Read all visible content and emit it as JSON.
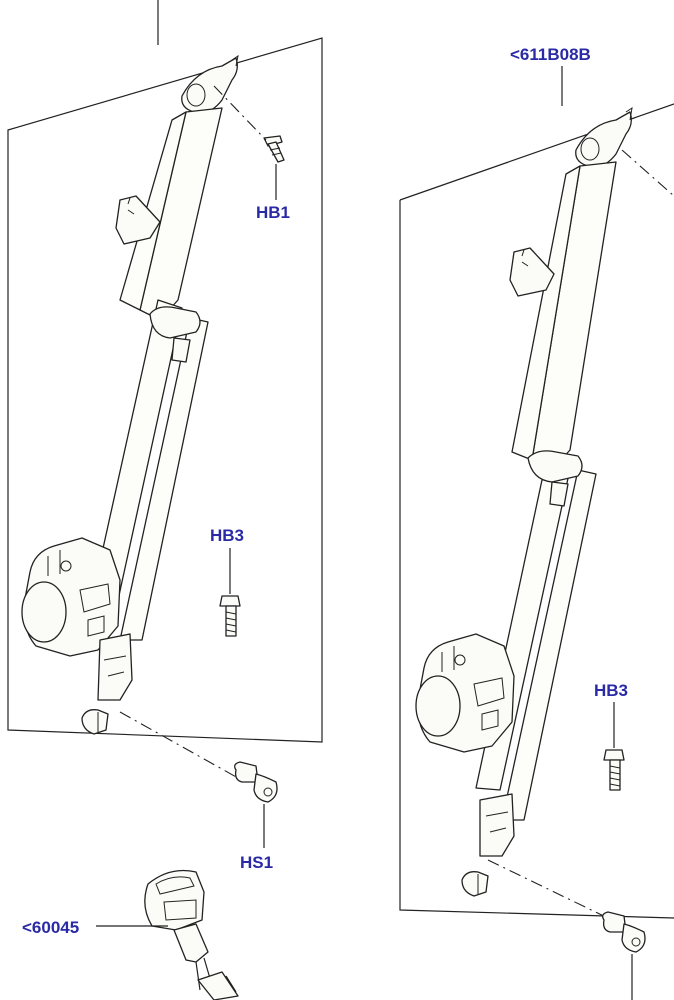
{
  "labels": {
    "hb1": "HB1",
    "hb3_left": "HB3",
    "hb3_right": "HB3",
    "hs1": "HS1",
    "ref_right": "<611B08B",
    "ref_buckle": "<60045"
  },
  "colors": {
    "label": "#2a2aa6",
    "line": "#222222",
    "background": "#ffffff"
  }
}
